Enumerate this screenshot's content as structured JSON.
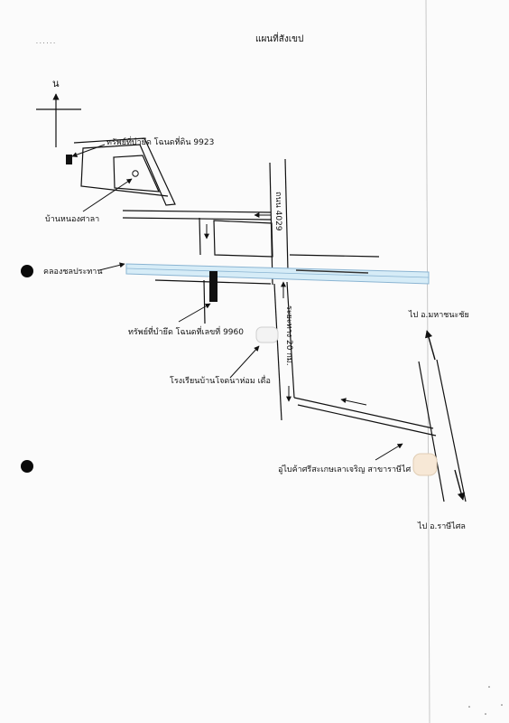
{
  "title": "แผนที่สังเขป",
  "north_label": "น",
  "labels": {
    "property_1": "ทรัพย์ที่บำยึด โฉนดที่ดิน 9923",
    "village": "บ้านหนองศาลา",
    "road_4029": "ถนน 4029",
    "canal": "คลองชลประทาน",
    "property_2": "ทรัพย์ที่บำยึด โฉนดที่เลขที่ 9960",
    "distance": "ระยะทาง 20 กม.",
    "school": "โรงเรียนบ้านโจดนาห่อม เดื่อ",
    "to_mahachanachai": "ไป อ.มหาชนะชัย",
    "shop": "อู่ไบค้าศรีสะเกษเลาเจริญ สาขาราษีไศ",
    "to_rasisalai": "ไป อ.ราษีไศล"
  },
  "colors": {
    "canal_fill": "#d6ecf7",
    "canal_stroke": "#8ab4d2",
    "ink": "#111111"
  }
}
